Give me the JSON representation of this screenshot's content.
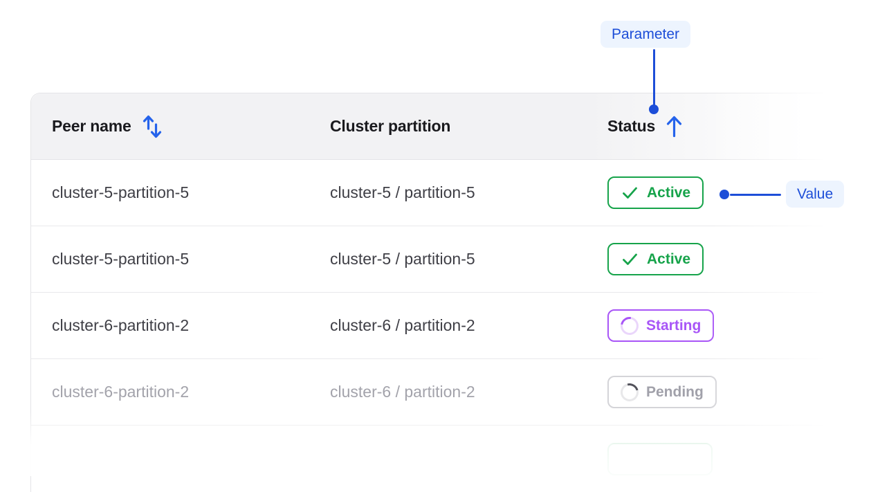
{
  "annotations": {
    "parameter_label": "Parameter",
    "value_label": "Value",
    "accent_color": "#1d4ed8",
    "pill_background": "#edf4fe"
  },
  "table": {
    "columns": [
      {
        "label": "Peer name",
        "sort_icon": "sort-up-down-icon",
        "sorted": false
      },
      {
        "label": "Cluster partition",
        "sort_icon": null,
        "sorted": false
      },
      {
        "label": "Status",
        "sort_icon": "sort-ascending-icon",
        "sorted": true
      }
    ],
    "rows": [
      {
        "peer_name": "cluster-5-partition-5",
        "cluster_partition": "cluster-5 / partition-5",
        "status": "Active"
      },
      {
        "peer_name": "cluster-5-partition-5",
        "cluster_partition": "cluster-5 / partition-5",
        "status": "Active"
      },
      {
        "peer_name": "cluster-6-partition-2",
        "cluster_partition": "cluster-6 / partition-2",
        "status": "Starting"
      },
      {
        "peer_name": "cluster-6-partition-2",
        "cluster_partition": "cluster-6 / partition-2",
        "status": "Pending"
      }
    ],
    "partial_row": {
      "peer_name": "",
      "cluster_partition": "",
      "status": ""
    },
    "status_colors": {
      "active": "#16a34a",
      "starting": "#a855f7",
      "pending": "#a1a1aa",
      "sort_icon_blue": "#2563eb"
    }
  }
}
